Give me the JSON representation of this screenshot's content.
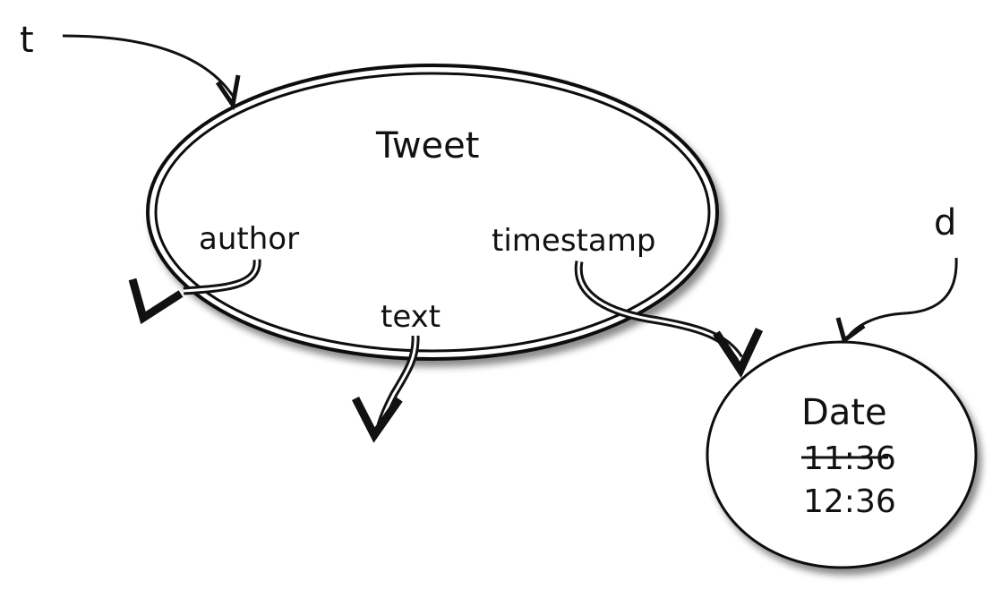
{
  "variables": {
    "t": "t",
    "d": "d"
  },
  "tweet": {
    "title": "Tweet",
    "fields": {
      "author": "author",
      "text": "text",
      "timestamp": "timestamp"
    }
  },
  "date": {
    "title": "Date",
    "old_value": "11:36",
    "new_value": "12:36"
  }
}
